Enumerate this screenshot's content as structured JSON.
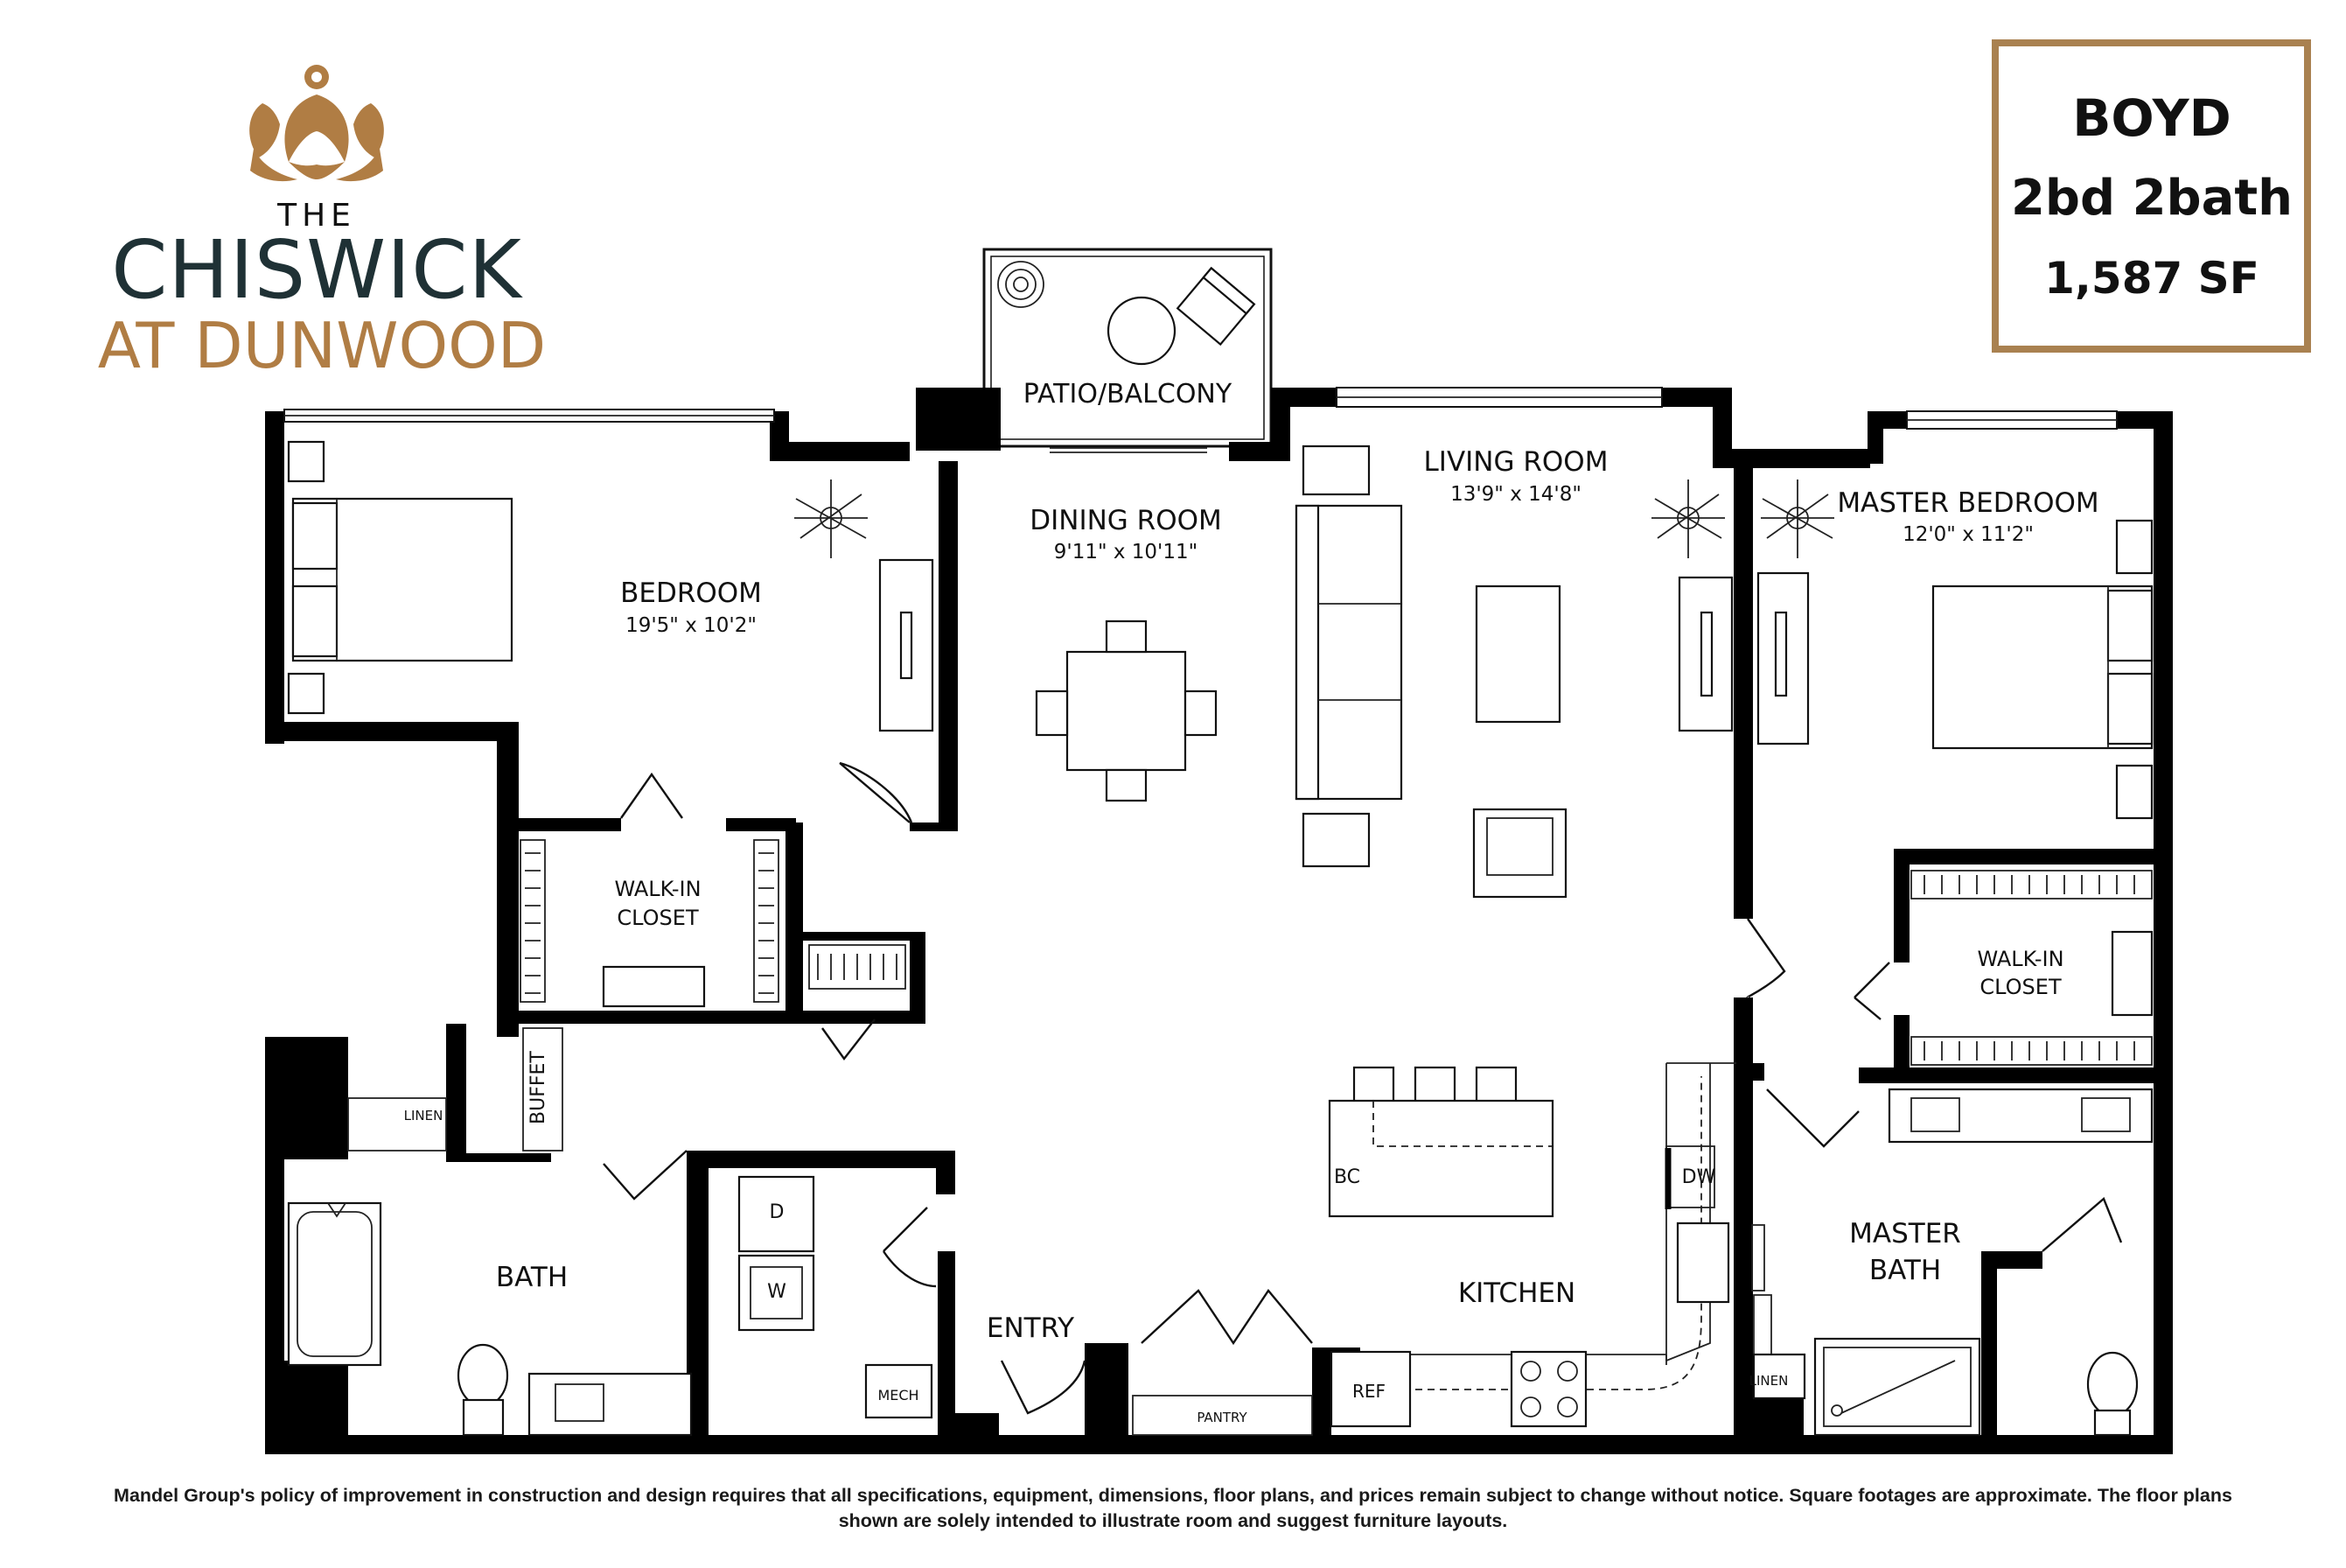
{
  "brand": {
    "line1": "THE",
    "line2": "CHISWICK",
    "line3": "AT DUNWOOD",
    "color_dark": "#1f3135",
    "color_gold": "#b07d44"
  },
  "unit": {
    "name": "BOYD",
    "beds_baths": "2bd 2bath",
    "area": "1,587 SF",
    "border_color": "#a98150"
  },
  "rooms": {
    "patio": "PATIO/BALCONY",
    "living": "LIVING ROOM",
    "living_dim": "13'9\" x 14'8\"",
    "dining": "DINING ROOM",
    "dining_dim": "9'11\" x 10'11\"",
    "bedroom": "BEDROOM",
    "bedroom_dim": "19'5\" x 10'2\"",
    "master_bedroom": "MASTER BEDROOM",
    "master_bedroom_dim": "12'0\" x 11'2\"",
    "walkin1_a": "WALK-IN",
    "walkin1_b": "CLOSET",
    "walkin2_a": "WALK-IN",
    "walkin2_b": "CLOSET",
    "buffet": "BUFFET",
    "linen1": "LINEN",
    "linen2": "LINEN",
    "bath": "BATH",
    "dryer": "D",
    "washer": "W",
    "mech": "MECH",
    "entry": "ENTRY",
    "pantry": "PANTRY",
    "ref": "REF",
    "kitchen": "KITCHEN",
    "bc": "BC",
    "dw": "DW",
    "master_bath_a": "MASTER",
    "master_bath_b": "BATH"
  },
  "disclaimer": {
    "line1": "Mandel Group's policy of improvement in construction and design requires that all specifications, equipment, dimensions, floor plans, and prices remain subject to change without notice. Square footages are approximate. The floor plans",
    "line2": "shown are solely intended to illustrate room and suggest furniture layouts."
  }
}
